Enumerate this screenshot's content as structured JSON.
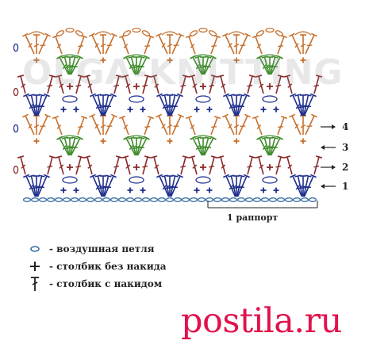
{
  "diagram": {
    "row_labels": [
      "4",
      "3",
      "2",
      "1"
    ],
    "repeat_label": "1 раппорт",
    "watermark": "OLGA-KNITTING",
    "colors": {
      "row1": "#1f2f8c",
      "row2": "#8a2a2a",
      "row3": "#3f8c2c",
      "row4": "#c8702d",
      "chain": "#3a6ea5",
      "ink": "#222222"
    }
  },
  "legend": [
    {
      "icon": "chain-icon",
      "text": "- воздушная петля"
    },
    {
      "icon": "single-crochet-icon",
      "text": "- столбик без накида"
    },
    {
      "icon": "double-crochet-icon",
      "text": "- столбик с накидом"
    }
  ],
  "brand": "postila.ru"
}
